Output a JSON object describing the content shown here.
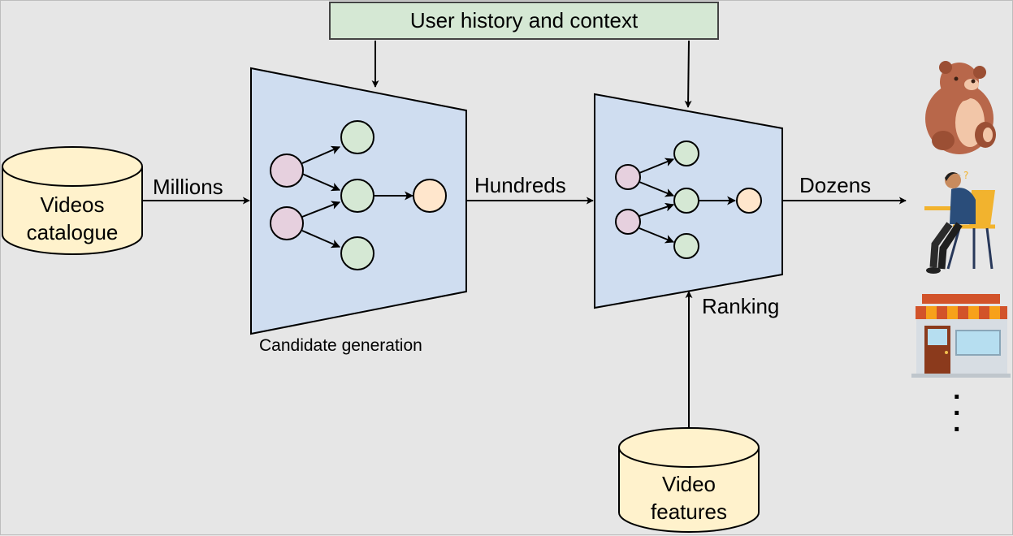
{
  "header": {
    "context_label": "User history and context"
  },
  "sources": {
    "videos_catalogue": [
      "Videos",
      "catalogue"
    ],
    "video_features": [
      "Video",
      "features"
    ]
  },
  "flow_labels": {
    "millions": "Millions",
    "hundreds": "Hundreds",
    "dozens": "Dozens"
  },
  "stages": {
    "candidate_generation": "Candidate generation",
    "ranking": "Ranking"
  },
  "outputs": {
    "items": [
      "bear-toy-icon",
      "person-at-desk-icon",
      "storefront-icon"
    ],
    "more_indicator": "⋮"
  },
  "colors": {
    "background": "#e6e6e6",
    "funnel_fill": "#cfddf0",
    "database_fill": "#fff2cc",
    "context_fill": "#d5e8d4",
    "node_pink": "#e6d0de",
    "node_green": "#d5e8d4",
    "node_orange": "#ffe6cc",
    "stroke": "#000000"
  }
}
